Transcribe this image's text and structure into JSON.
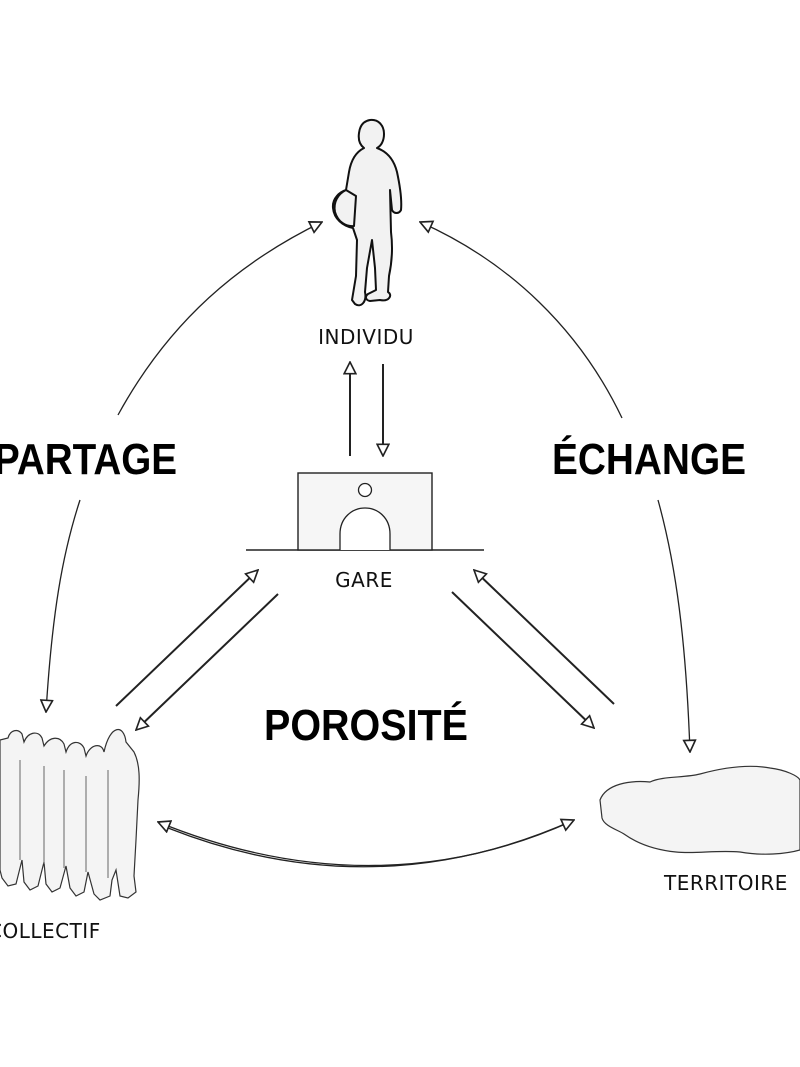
{
  "nodes": {
    "individu": "INDIVIDU",
    "gare": "GARE",
    "collectif": "COLLECTIF",
    "territoire": "TERRITOIRE"
  },
  "concepts": {
    "partage": "PARTAGE",
    "echange": "ÉCHANGE",
    "porosite": "POROSITÉ"
  },
  "icons": {
    "individu": "person-silhouette-icon",
    "gare": "station-building-icon",
    "collectif": "group-silhouette-icon",
    "territoire": "land-area-icon"
  },
  "colors": {
    "ink": "#111111",
    "silhouette_fill": "#f2f2f2",
    "background": "#ffffff"
  }
}
